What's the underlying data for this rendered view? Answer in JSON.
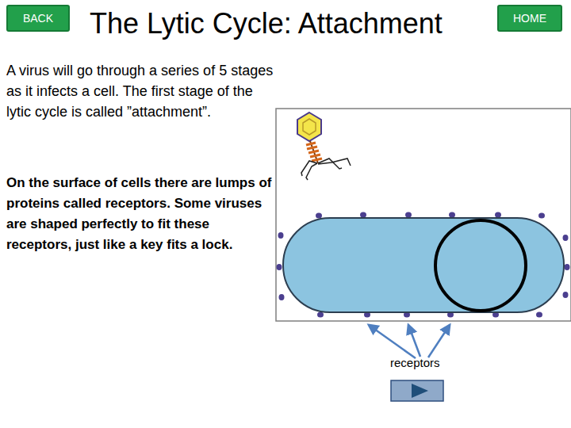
{
  "diagram": {
    "title": "The Lytic Cycle: Attachment",
    "nodes": [
      {
        "text": [
          "BACK"
        ]
      },
      {
        "text": [
          "HOME"
        ]
      }
    ],
    "labels": [
      "A virus will go through a series of 5 stages as it infects a cell. The first stage of the lytic cycle is called ”attachment”.",
      "On the surface of cells there are lumps of proteins called receptors. Some viruses are shaped perfectly to fit these receptors, just like a key fits a lock.",
      "receptors"
    ]
  }
}
